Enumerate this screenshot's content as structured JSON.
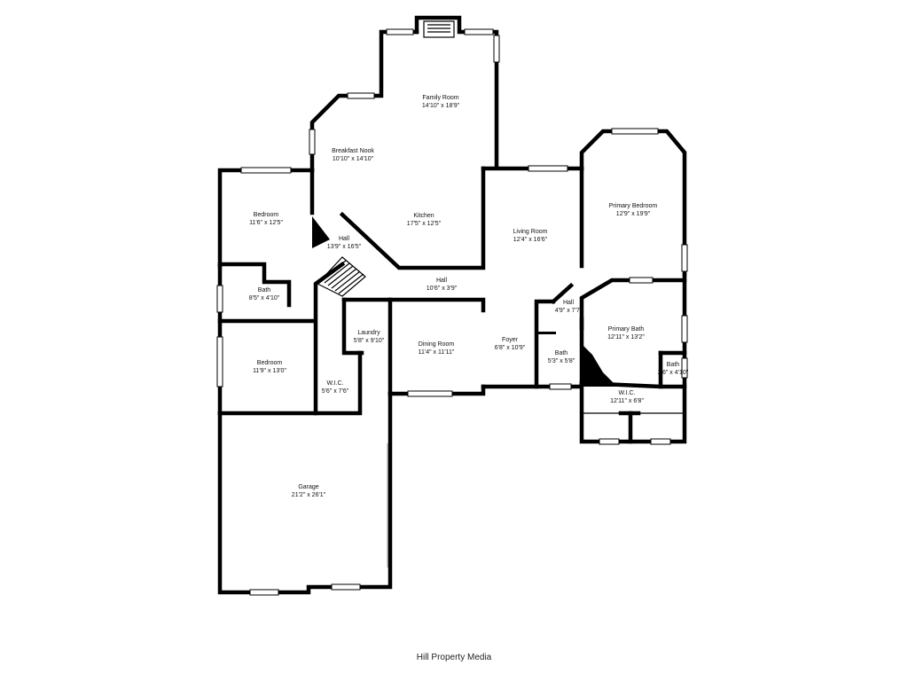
{
  "rooms": {
    "family_room": {
      "name": "Family Room",
      "dim": "14'10\" x 18'9\""
    },
    "breakfast_nook": {
      "name": "Breakfast Nook",
      "dim": "10'10\" x 14'10\""
    },
    "kitchen": {
      "name": "Kitchen",
      "dim": "17'5\" x 12'5\""
    },
    "living_room": {
      "name": "Living Room",
      "dim": "12'4\" x 16'6\""
    },
    "primary_bedroom": {
      "name": "Primary Bedroom",
      "dim": "12'9\" x 19'9\""
    },
    "bedroom_1": {
      "name": "Bedroom",
      "dim": "11'6\" x 12'5\""
    },
    "hall_1": {
      "name": "Hall",
      "dim": "13'9\" x 16'5\""
    },
    "bath_1": {
      "name": "Bath",
      "dim": "8'5\" x 4'10\""
    },
    "hall_2": {
      "name": "Hall",
      "dim": "10'6\" x 3'9\""
    },
    "hall_3": {
      "name": "Hall",
      "dim": "4'9\" x 7'7\""
    },
    "laundry": {
      "name": "Laundry",
      "dim": "5'8\" x 9'10\""
    },
    "dining_room": {
      "name": "Dining Room",
      "dim": "11'4\" x 11'11\""
    },
    "foyer": {
      "name": "Foyer",
      "dim": "6'8\" x 10'9\""
    },
    "bath_2": {
      "name": "Bath",
      "dim": "5'3\" x 5'8\""
    },
    "primary_bath": {
      "name": "Primary Bath",
      "dim": "12'11\" x 13'2\""
    },
    "bath_3": {
      "name": "Bath",
      "dim": "2'6\" x 4'10\""
    },
    "bedroom_2": {
      "name": "Bedroom",
      "dim": "11'9\" x 13'0\""
    },
    "wic_1": {
      "name": "W.I.C.",
      "dim": "5'6\" x 7'6\""
    },
    "wic_2": {
      "name": "W.I.C.",
      "dim": "12'11\" x 6'8\""
    },
    "garage": {
      "name": "Garage",
      "dim": "21'2\" x 26'1\""
    }
  },
  "credit": "Hill Property Media"
}
